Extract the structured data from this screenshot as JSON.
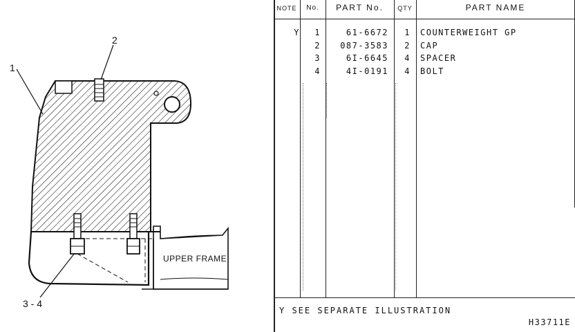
{
  "drawing": {
    "callouts": [
      "1",
      "2",
      "3 - 4"
    ],
    "frame_label": "UPPER FRAME"
  },
  "table": {
    "headers": {
      "note": "NOTE",
      "no": "No.",
      "part_no": "PART No.",
      "qty": "QTY",
      "part_name": "PART NAME"
    },
    "rows": [
      {
        "note": "Y",
        "no": "1",
        "part_no": "61-6672",
        "qty": "1",
        "name": "COUNTERWEIGHT GP"
      },
      {
        "note": "",
        "no": "2",
        "part_no": "087-3583",
        "qty": "2",
        "name": "CAP"
      },
      {
        "note": "",
        "no": "3",
        "part_no": "6I-6645",
        "qty": "4",
        "name": "SPACER"
      },
      {
        "note": "",
        "no": "4",
        "part_no": "4I-0191",
        "qty": "4",
        "name": "BOLT"
      }
    ],
    "footnote": "Y SEE SEPARATE ILLUSTRATION",
    "code": "H33711E"
  }
}
